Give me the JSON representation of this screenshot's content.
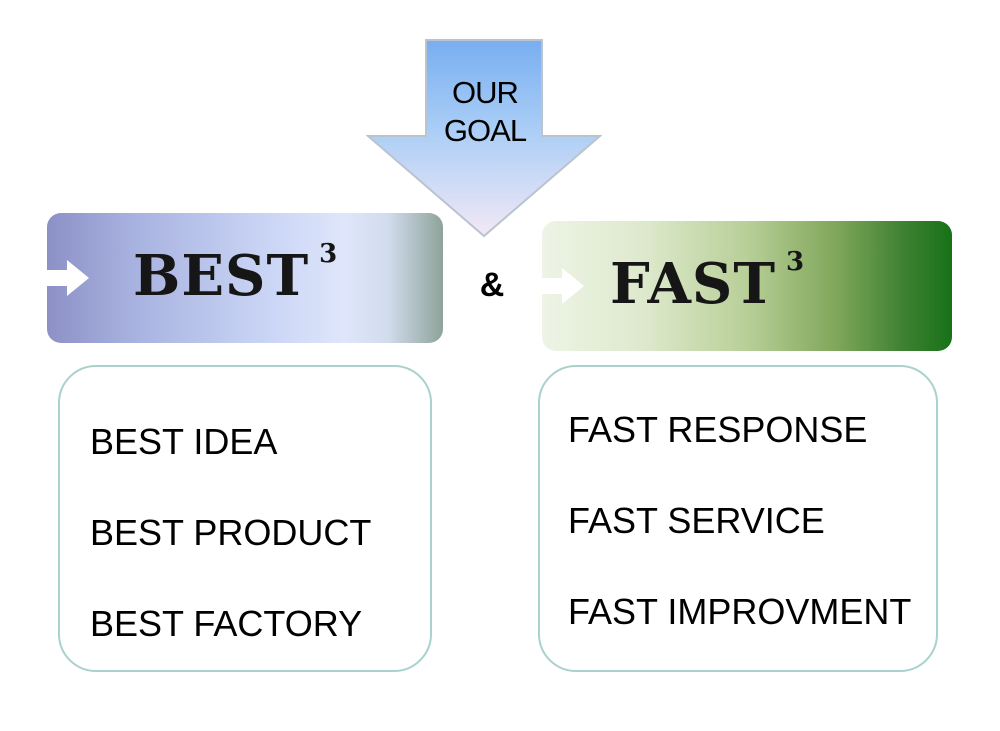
{
  "goal": {
    "line1": "OUR",
    "line2": "GOAL"
  },
  "best": {
    "title": "BEST",
    "superscript": "3",
    "items": [
      "BEST IDEA",
      "BEST PRODUCT",
      "BEST FACTORY"
    ]
  },
  "connector": "&",
  "fast": {
    "title": "FAST",
    "superscript": "3",
    "items": [
      "FAST RESPONSE",
      "FAST SERVICE",
      "FAST IMPROVMENT"
    ]
  },
  "colors": {
    "arrow_top": "#7fb0ee",
    "arrow_bottom": "#f0e6f5",
    "best_banner": "#a8b2e0",
    "fast_banner": "#177217",
    "list_border": "#a9d2cd"
  }
}
